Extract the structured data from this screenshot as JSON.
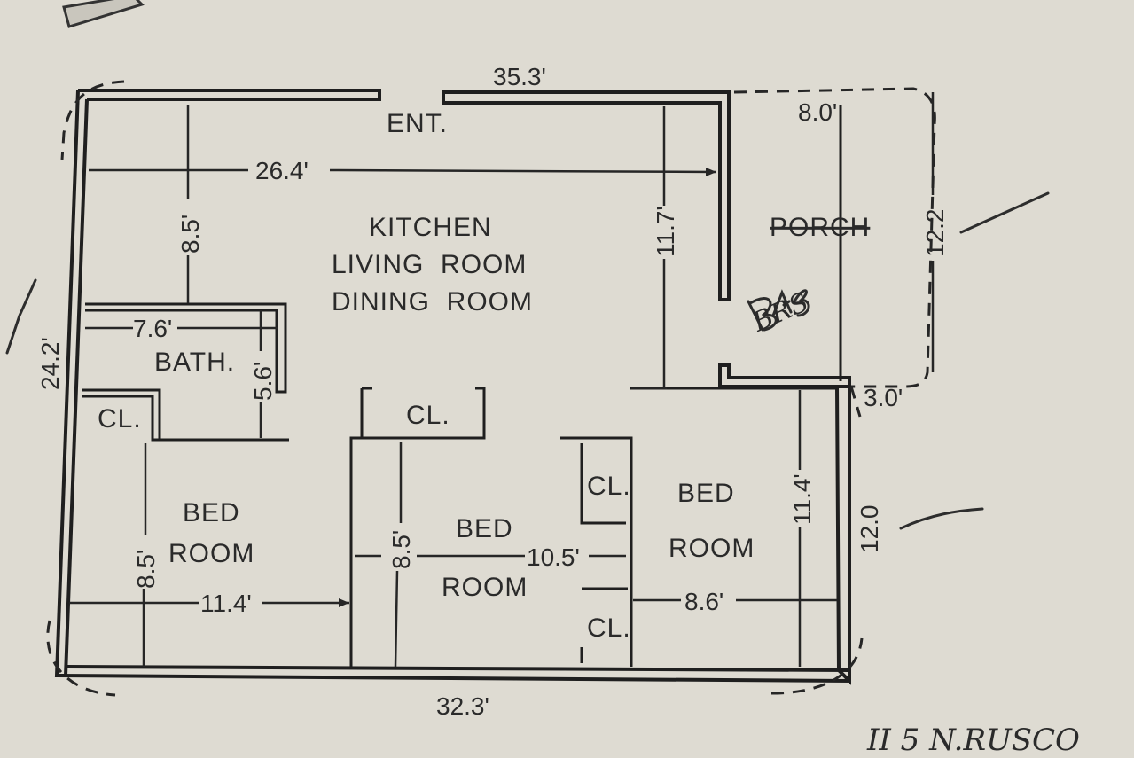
{
  "rooms": {
    "kitchen_line1": "KITCHEN",
    "kitchen_line2": "LIVING  ROOM",
    "kitchen_line3": "DINING  ROOM",
    "entrance": "ENT.",
    "porch": "PORCH",
    "bath": "BATH.",
    "closet_bath": "CL.",
    "closet_center": "CL.",
    "closet_right_upper": "CL.",
    "closet_right_lower": "CL.",
    "bed_left_line1": "BED",
    "bed_left_line2": "ROOM",
    "bed_center_line1": "BED",
    "bed_center_line2": "ROOM",
    "bed_right_line1": "BED",
    "bed_right_line2": "ROOM"
  },
  "dimensions": {
    "top_overall": "35.3'",
    "bottom_overall": "32.3'",
    "left_overall": "24.2'",
    "living_width": "26.4'",
    "living_depth": "8.5'",
    "living_right_height": "11.7'",
    "porch_width": "8.0'",
    "porch_depth": "12.2",
    "porch_offset": "3.0'",
    "right_wing": "12.0",
    "bath_width": "7.6'",
    "bath_depth": "5.6'",
    "bed_left_height": "8.5'",
    "bed_left_width": "11.4'",
    "bed_center_height": "8.5'",
    "bed_center_width": "10.5'",
    "bed_right_height": "11.4'",
    "bed_right_width": "8.6'"
  },
  "handwriting": {
    "porch_note": "BRS",
    "footer_note": "II 5 N.RUSCO"
  },
  "colors": {
    "paper": "#dedbd2",
    "ink": "#1f1f1f"
  }
}
